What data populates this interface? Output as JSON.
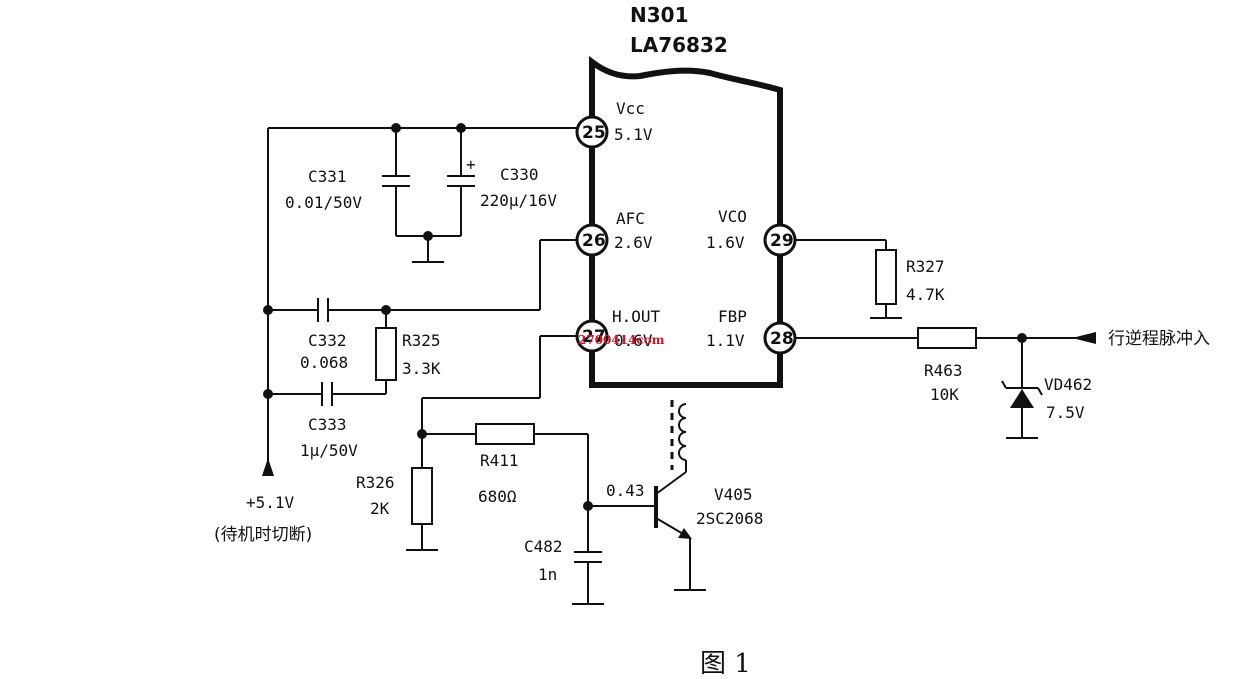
{
  "ic": {
    "designator": "N301",
    "part": "LA76832",
    "watermark": "2700414com",
    "pins": [
      {
        "number": "25",
        "name": "Vcc",
        "voltage": "5.1V"
      },
      {
        "number": "26",
        "name": "AFC",
        "voltage": "2.6V"
      },
      {
        "number": "27",
        "name": "H.OUT",
        "voltage": "0.6V"
      },
      {
        "number": "29",
        "name": "VCO",
        "voltage": "1.6V"
      },
      {
        "number": "28",
        "name": "FBP",
        "voltage": "1.1V"
      }
    ]
  },
  "components": {
    "c331": {
      "ref": "C331",
      "value": "0.01/50V"
    },
    "c330": {
      "ref": "C330",
      "value": "220μ/16V",
      "polarity": "+"
    },
    "c332": {
      "ref": "C332",
      "value": "0.068"
    },
    "r325": {
      "ref": "R325",
      "value": "3.3K"
    },
    "c333": {
      "ref": "C333",
      "value": "1μ/50V"
    },
    "r326": {
      "ref": "R326",
      "value": "2K"
    },
    "r411": {
      "ref": "R411",
      "value": "680Ω"
    },
    "c482": {
      "ref": "C482",
      "value": "1n"
    },
    "v405": {
      "ref": "V405",
      "value": "2SC2068",
      "base_voltage": "0.43"
    },
    "r327": {
      "ref": "R327",
      "value": "4.7K"
    },
    "r463": {
      "ref": "R463",
      "value": "10K"
    },
    "vd462": {
      "ref": "VD462",
      "value": "7.5V"
    }
  },
  "supply": {
    "voltage": "+5.1V",
    "note": "(待机时切断)"
  },
  "input_label": "行逆程脉冲入",
  "caption": "图 1"
}
